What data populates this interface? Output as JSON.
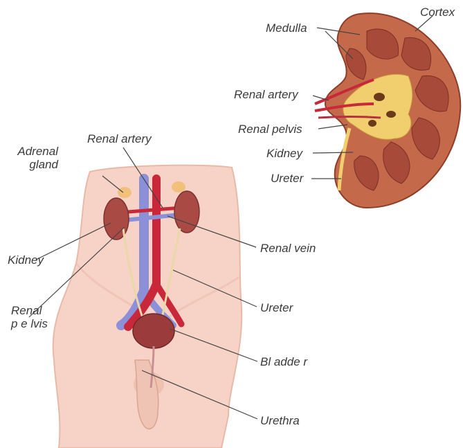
{
  "labels": {
    "cortex": "Cortex",
    "medulla": "Medulla",
    "renal_artery_kidney": "Renal artery",
    "renal_pelvis_kidney": "Renal pelvis",
    "kidney_section": "Kidney",
    "ureter_section": "Ureter",
    "renal_artery_body": "Renal artery",
    "adrenal_gland": "Adrenal\ngland",
    "kidney_body": "Kidney",
    "renal_pelvis_body": "Renal\np e lvis",
    "renal_vein": "Renal vein",
    "ureter_body": "Ureter",
    "bladder": "Bl adde r",
    "urethra": "Urethra"
  },
  "colors": {
    "skin": "#f6d3c6",
    "skin_shadow": "#eebfb0",
    "kidney_outer": "#c46a4b",
    "pyramid": "#a84a3a",
    "pelvis_fat": "#f1cf6e",
    "artery": "#c8283a",
    "vein": "#8c90d8",
    "bladder": "#9b3b3b",
    "leader_line": "#444444"
  }
}
